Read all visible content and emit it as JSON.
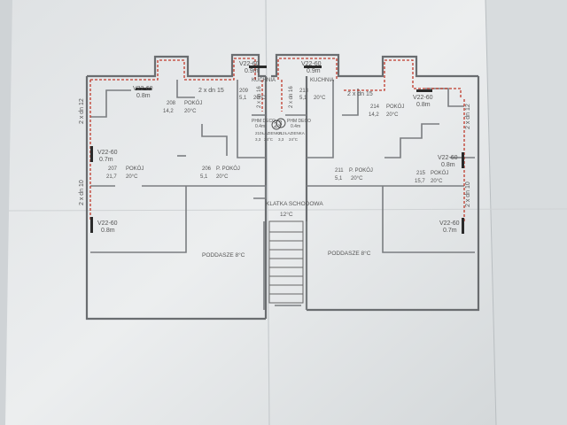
{
  "plan": {
    "stairwell": {
      "title": "KLATKA SCHODOWA",
      "temp": "12°C"
    },
    "attic_left": "PODDASZE  8°C",
    "attic_right": "PODDASZE  8°C",
    "pipe_labels": [
      {
        "id": "pipe-top-left",
        "text": "2 x dn 15"
      },
      {
        "id": "pipe-top-right",
        "text": "2 x dn 15"
      },
      {
        "id": "pipe-left-upper",
        "text": "2 x dn 12"
      },
      {
        "id": "pipe-left-lower",
        "text": "2 x dn 10"
      },
      {
        "id": "pipe-center-left",
        "text": "2 x dn 16"
      },
      {
        "id": "pipe-center-right",
        "text": "2 x dn 16"
      },
      {
        "id": "pipe-right-upper",
        "text": "2 x dn 12"
      },
      {
        "id": "pipe-right-lower",
        "text": "2 x dn 10"
      }
    ],
    "radiators": [
      {
        "id": "rad-208",
        "type": "V22-60",
        "len": "0.8m"
      },
      {
        "id": "rad-209",
        "type": "V22-60",
        "len": "0.9m"
      },
      {
        "id": "rad-213",
        "type": "V22-60",
        "len": "0.9m"
      },
      {
        "id": "rad-214",
        "type": "V22-60",
        "len": "0.8m"
      },
      {
        "id": "rad-207",
        "type": "V22-60",
        "len": "0.7m"
      },
      {
        "id": "rad-215",
        "type": "V22-60",
        "len": "0.8m"
      },
      {
        "id": "rad-left-low",
        "type": "V22-60",
        "len": "0.8m"
      },
      {
        "id": "rad-right-low",
        "type": "V22-60",
        "len": "0.7m"
      },
      {
        "id": "rad-bath-l",
        "type": "PHM DECO",
        "len": "0.4m"
      },
      {
        "id": "rad-bath-r",
        "type": "PHM DECO",
        "len": "0.4m"
      }
    ],
    "rooms": [
      {
        "id": "room-208",
        "num": "208",
        "area": "14,2",
        "name": "POKÓJ",
        "temp": "20°C"
      },
      {
        "id": "room-209",
        "num": "209",
        "area": "5,1",
        "name": "KUCHNIA",
        "temp": "20°C"
      },
      {
        "id": "room-213",
        "num": "213",
        "area": "5,1",
        "name": "KUCHNIA",
        "temp": "20°C"
      },
      {
        "id": "room-214",
        "num": "214",
        "area": "14,2",
        "name": "POKÓJ",
        "temp": "20°C"
      },
      {
        "id": "room-207",
        "num": "207",
        "area": "21,7",
        "name": "POKÓJ",
        "temp": "20°C"
      },
      {
        "id": "room-206",
        "num": "206",
        "area": "5,1",
        "name": "P. POKÓJ",
        "temp": "20°C"
      },
      {
        "id": "room-211",
        "num": "211",
        "area": "5,1",
        "name": "P. POKÓJ",
        "temp": "20°C"
      },
      {
        "id": "room-215",
        "num": "215",
        "area": "15,7",
        "name": "POKÓJ",
        "temp": "20°C"
      },
      {
        "id": "room-210",
        "num": "210",
        "area": "3,3",
        "name": "ŁAZIENKA",
        "temp": "24°C"
      },
      {
        "id": "room-212",
        "num": "212",
        "area": "3,3",
        "name": "ŁAZIENKA",
        "temp": "24°C"
      }
    ],
    "circles": [
      "2",
      "3"
    ]
  },
  "colors": {
    "paper": "#e6e8e9",
    "wall": "#6a6d70",
    "pipe_red": "#c0392b",
    "radiator": "#2a2a2a"
  }
}
